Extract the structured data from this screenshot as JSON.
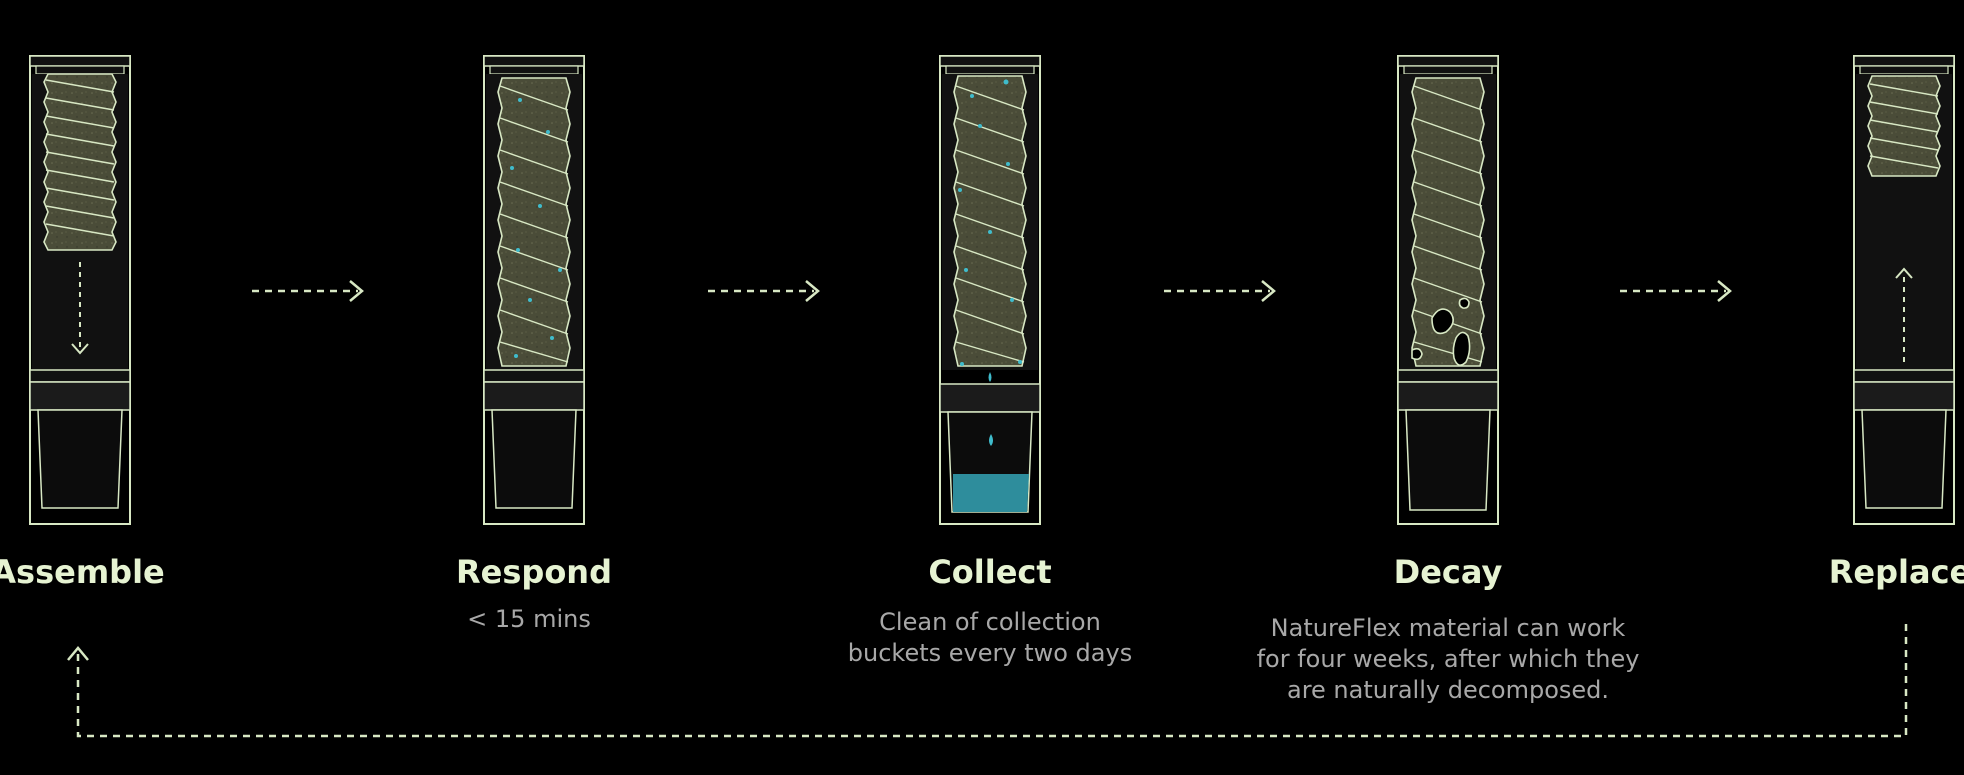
{
  "stages": [
    {
      "id": "assemble",
      "label": "Assemble",
      "caption": []
    },
    {
      "id": "respond",
      "label": "Respond",
      "caption": [
        "< 15 mins"
      ]
    },
    {
      "id": "collect",
      "label": "Collect",
      "caption": [
        "Clean of collection",
        "buckets every two days"
      ]
    },
    {
      "id": "decay",
      "label": "Decay",
      "caption": [
        "NatureFlex material can work",
        "for four weeks, after which they",
        "are naturally decomposed."
      ]
    },
    {
      "id": "replace",
      "label": "Replace",
      "caption": []
    }
  ],
  "colors": {
    "background": "#000000",
    "line": "#d8e8c4",
    "label": "#e6f3d2",
    "caption": "#a8a8a8",
    "water": "#2e8d9c",
    "filter_fill": "#4a4c38",
    "panel": "#111111"
  },
  "icons": [
    "down-arrow-icon",
    "right-arrow-icon",
    "up-arrow-icon",
    "return-loop-arrow-icon"
  ]
}
